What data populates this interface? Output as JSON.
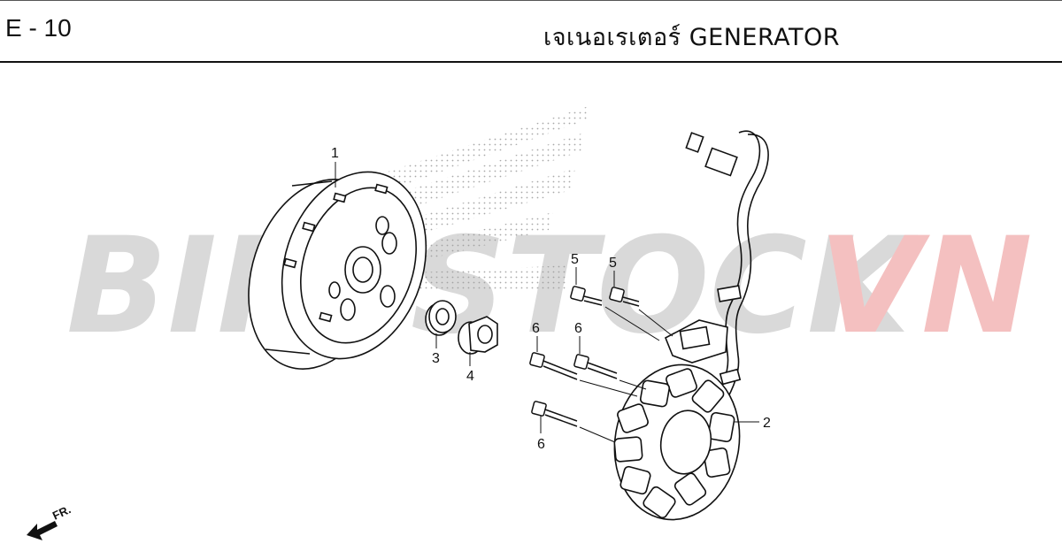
{
  "header": {
    "page_code": "E - 10",
    "title": "เจเนอเรเตอร์  GENERATOR"
  },
  "watermark": {
    "part1": "BIKESTOCK",
    "part2": "VN",
    "color1": "#d9d9d9",
    "color2": "#f4c0c0"
  },
  "callouts": [
    "1",
    "2",
    "3",
    "4",
    "5",
    "5",
    "6",
    "6",
    "6"
  ],
  "front_marker": {
    "label": "FR."
  },
  "colors": {
    "line": "#111111",
    "background": "#ffffff"
  }
}
